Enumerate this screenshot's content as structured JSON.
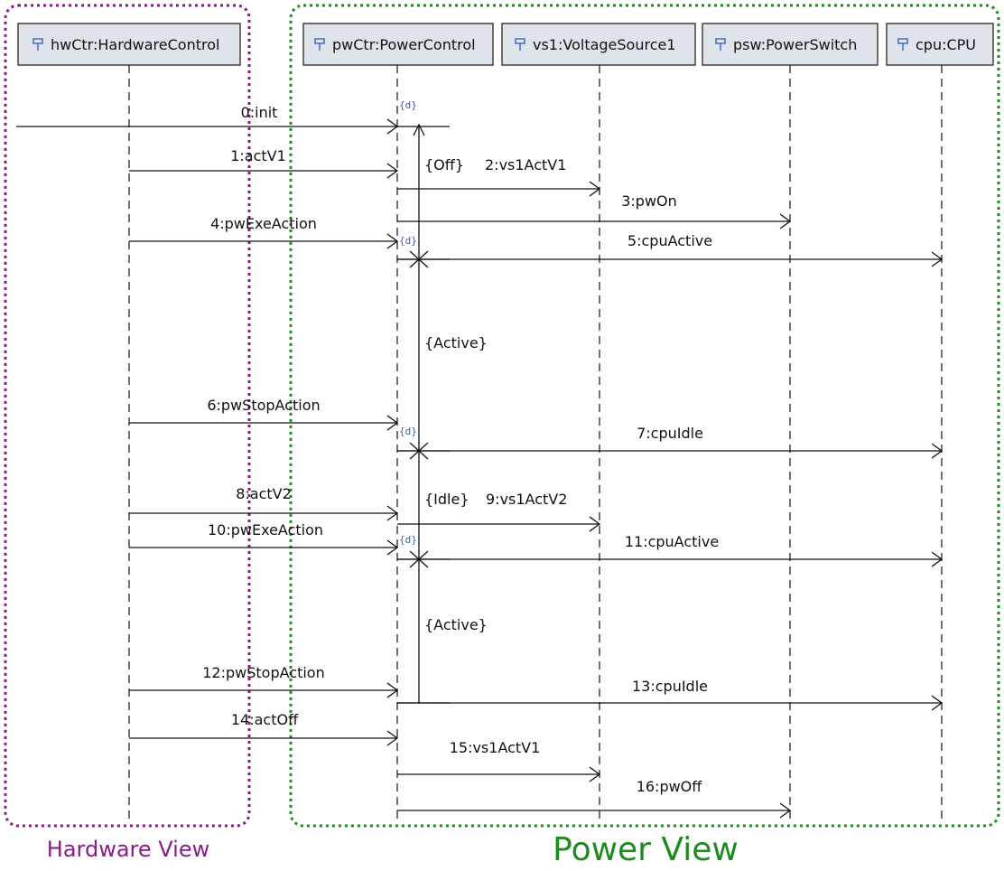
{
  "views": [
    {
      "id": "hw",
      "label": "Hardware View"
    },
    {
      "id": "pw",
      "label": "Power View"
    }
  ],
  "lifelines": [
    {
      "id": "hw",
      "label": "hwCtr:HardwareControl",
      "icon": "lifeline-icon"
    },
    {
      "id": "pc",
      "label": "pwCtr:PowerControl",
      "icon": "lifeline-icon"
    },
    {
      "id": "vs",
      "label": "vs1:VoltageSource1",
      "icon": "lifeline-icon"
    },
    {
      "id": "psw",
      "label": "psw:PowerSwitch",
      "icon": "lifeline-icon"
    },
    {
      "id": "cpu",
      "label": "cpu:CPU",
      "icon": "lifeline-icon"
    }
  ],
  "messages": [
    {
      "label": "0:init",
      "from": "found",
      "to": "pc"
    },
    {
      "label": "1:actV1",
      "from": "hw",
      "to": "pc"
    },
    {
      "label": "2:vs1ActV1",
      "from": "pc",
      "to": "vs"
    },
    {
      "label": "3:pwOn",
      "from": "pc",
      "to": "psw"
    },
    {
      "label": "4:pwExeAction",
      "from": "hw",
      "to": "pc"
    },
    {
      "label": "5:cpuActive",
      "from": "pc",
      "to": "cpu"
    },
    {
      "label": "6:pwStopAction",
      "from": "hw",
      "to": "pc"
    },
    {
      "label": "7:cpuIdle",
      "from": "pc",
      "to": "cpu"
    },
    {
      "label": "8:actV2",
      "from": "hw",
      "to": "pc"
    },
    {
      "label": "9:vs1ActV2",
      "from": "pc",
      "to": "vs"
    },
    {
      "label": "10:pwExeAction",
      "from": "hw",
      "to": "pc"
    },
    {
      "label": "11:cpuActive",
      "from": "pc",
      "to": "cpu"
    },
    {
      "label": "12:pwStopAction",
      "from": "hw",
      "to": "pc"
    },
    {
      "label": "13:cpuIdle",
      "from": "pc",
      "to": "cpu"
    },
    {
      "label": "14:actOff",
      "from": "hw",
      "to": "pc"
    },
    {
      "label": "15:vs1ActV1",
      "from": "pc",
      "to": "vs"
    },
    {
      "label": "16:pwOff",
      "from": "pc",
      "to": "psw"
    }
  ],
  "states": [
    "{Off}",
    "{Active}",
    "{Idle}",
    "{Active}"
  ],
  "duration_tag": "{d}",
  "colors": {
    "hardware_view": "#8a1a8a",
    "power_view": "#1f8a1f",
    "duration_tag": "#3a63b8"
  }
}
